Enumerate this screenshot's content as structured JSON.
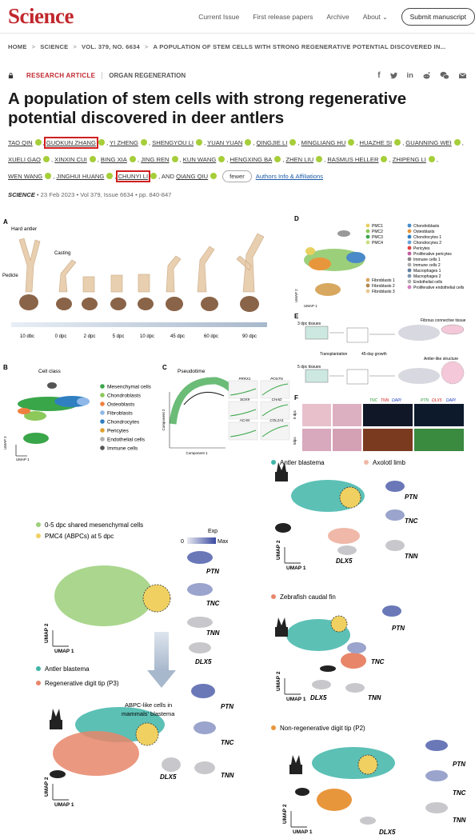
{
  "header": {
    "logo": "Science",
    "nav": [
      "Current Issue",
      "First release papers",
      "Archive",
      "About"
    ],
    "submit": "Submit manuscript"
  },
  "breadcrumb": [
    "HOME",
    "SCIENCE",
    "VOL. 379, NO. 6634",
    "A POPULATION OF STEM CELLS WITH STRONG REGENERATIVE POTENTIAL DISCOVERED IN..."
  ],
  "article": {
    "type": "RESEARCH ARTICLE",
    "subject": "ORGAN REGENERATION",
    "title": "A population of stem cells with strong regenerative potential discovered in deer antlers",
    "authors": [
      "TAO QIN",
      "GUOKUN ZHANG",
      "YI ZHENG",
      "SHENGYOU LI",
      "YUAN YUAN",
      "QINGJIE LI",
      "MINGLIANG HU",
      "HUAZHE SI",
      "GUANNING WEI",
      "XUELI GAO",
      "XINXIN CUI",
      "BING XIA",
      "JING REN",
      "KUN WANG",
      "HENGXING BA",
      "ZHEN LIU",
      "RASMUS HELLER",
      "ZHIPENG LI",
      "WEN WANG",
      "JINGHUI HUANG",
      "CHUNYI LI",
      "QIANG QIU"
    ],
    "and_text": ", AND",
    "fewer": "fewer",
    "affiliations": "Authors Info & Affiliations",
    "journal": "SCIENCE",
    "date": "23 Feb 2023",
    "volume": "Vol 379, Issue 6634",
    "pages": "pp. 840-847"
  },
  "figure": {
    "panels": {
      "a": "A",
      "b": "B",
      "c": "C",
      "d": "D",
      "e": "E",
      "f": "F"
    },
    "a": {
      "hard": "Hard antler",
      "casting": "Casting",
      "pedicle": "Pedicle",
      "timeline": [
        "10 dbc",
        "0 dpc",
        "2 dpc",
        "5 dpc",
        "10 dpc",
        "45 dpc",
        "60 dpc",
        "90 dpc"
      ]
    },
    "b": {
      "title": "Cell class",
      "legend": [
        {
          "label": "Mesenchymal cells",
          "color": "#3aa64a"
        },
        {
          "label": "Chondroblasts",
          "color": "#8cc85a"
        },
        {
          "label": "Osteoblasts",
          "color": "#f08040"
        },
        {
          "label": "Fibroblasts",
          "color": "#8fb8e8"
        },
        {
          "label": "Chondrocytes",
          "color": "#2f7fc1"
        },
        {
          "label": "Pericytes",
          "color": "#e0a030"
        },
        {
          "label": "Endothelial cells",
          "color": "#b0b0b0"
        },
        {
          "label": "Immune cells",
          "color": "#555555"
        }
      ]
    },
    "c": {
      "title": "Pseudotime",
      "genes": [
        "PRRX1",
        "POSTN",
        "SOX9",
        "CHAD",
        "ACAN",
        "COL2A1"
      ],
      "xlabel": "Component 1",
      "ylabel": "Component 2"
    },
    "d": {
      "legend1": [
        "PMC1",
        "PMC2",
        "PMC3",
        "PMC4"
      ],
      "legend2": [
        "Fibroblasts 1",
        "Fibroblasts 2",
        "Fibroblasts 3"
      ],
      "legend3": [
        "Chondroblasts",
        "Osteoblasts",
        "Chondrocytes 1",
        "Chondrocytes 2",
        "Pericytes",
        "Proliferative pericytes",
        "Immune cells 1",
        "Immune cells 2",
        "Macrophages 1",
        "Macrophages 2",
        "Endothelial cells",
        "Proliferative endothelial cells"
      ]
    },
    "e": {
      "dpc3": "3 dpc tissues",
      "dpc5": "5 dpc tissues",
      "transplant": "Transplantation",
      "growth": "45-day growth",
      "fibrous": "Fibrous connective tissue",
      "antler": "Antler-like structure"
    },
    "f": {
      "markers1": [
        "TNC",
        "TNN",
        "DAPI"
      ],
      "markers2": [
        "PTN",
        "DLX5",
        "DAPI"
      ],
      "rows": [
        "0 dpc",
        "5dpc"
      ]
    },
    "umap_x": "UMAP 1",
    "umap_y": "UMAP 2",
    "left": {
      "leg1": "0-5 dpc shared mesenchymal cells",
      "leg2": "PMC4 (ABPCs) at 5 dpc",
      "exp": "Exp",
      "zero": "0",
      "max": "Max",
      "genes": [
        "PTN",
        "TNC",
        "TNN",
        "DLX5"
      ],
      "leg3": "Antler blastema",
      "leg4": "Regenerative digit tip (P3)",
      "abpc": "ABPC-like cells in",
      "abpc2": "mammals' blastema",
      "genes2": [
        "PTN",
        "TNC",
        "DLX5",
        "TNN"
      ]
    },
    "right": {
      "r1a": "Antler blastema",
      "r1b": "Axolotl limb",
      "genes1": [
        "PTN",
        "TNC",
        "DLX5",
        "TNN"
      ],
      "r2": "Zebrafish caudal fin",
      "genes2": [
        "PTN",
        "TNC",
        "DLX5",
        "TNN"
      ],
      "r3": "Non-regenerative digit tip (P2)",
      "genes3": [
        "PTN",
        "TNC",
        "DLX5",
        "TNN"
      ]
    },
    "colors": {
      "teal": "#3fb5a8",
      "salmon": "#e8866a",
      "green": "#9ccf7a",
      "yellow": "#f0d060",
      "blue": "#4a5aa8",
      "orange": "#e8963c"
    }
  }
}
